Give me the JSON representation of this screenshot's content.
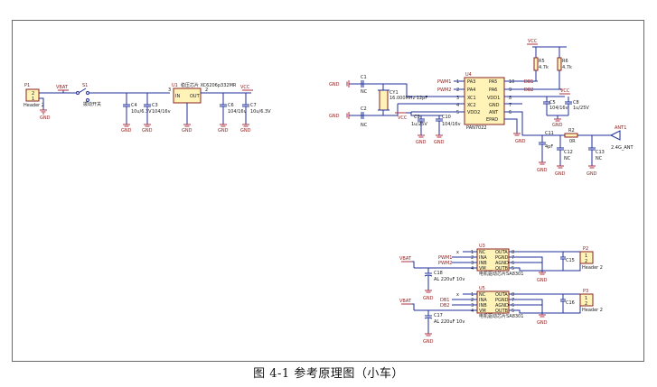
{
  "caption": "图 4-1 参考原理图（小车）",
  "power": {
    "header_p1": "P1",
    "header_p1_name": "Header 2",
    "pin1": "1",
    "pin2": "2",
    "vbat": "VBAT",
    "switch": "S1",
    "switch_desc": "拨动开关",
    "ldo": "U1",
    "ldo_desc": "稳压芯片 XC6206p332MR",
    "ldo_in": "IN",
    "ldo_out": "OUT",
    "ldo_pin3": "3",
    "ldo_pin2": "2",
    "vcc": "VCC",
    "c4": "C4",
    "c4_val": "10u/6.3V",
    "c3": "C3",
    "c3_val": "104/16v",
    "c6": "C6",
    "c6_val": "104/16v",
    "c7": "C7",
    "c7_val": "10u/6.3V",
    "gnd": "GND"
  },
  "rf": {
    "u4": "U4",
    "u4_name": "PAN7022",
    "left_pins": [
      "PA3",
      "PA4",
      "XC1",
      "XC2",
      "VDD2"
    ],
    "left_nums": [
      "1",
      "2",
      "3",
      "4",
      "5"
    ],
    "right_pins": [
      "PA5",
      "PA6",
      "VDD1",
      "GND",
      "ANT",
      "EPAD"
    ],
    "right_nums": [
      "10",
      "9",
      "8",
      "7",
      "6"
    ],
    "pwm1": "PWM1",
    "pwm2": "PWM2",
    "db1": "DB1",
    "db2": "DB2",
    "c1": "C1",
    "c2": "C2",
    "nc": "NC",
    "cy1": "CY1",
    "crystal": "16.000MHz 12pF",
    "c9": "C9",
    "c9_val": "1u/25V",
    "c10": "C10",
    "c10_val": "104/16v",
    "c5": "C5",
    "c5_val": "104/16v",
    "c8": "C8",
    "c8_val": "1u/25V",
    "r5": "R5",
    "r5_val": "4.7k",
    "r6": "R6",
    "r6_val": "4.7k",
    "c11": "C11",
    "c11_val": "4pF",
    "r2": "R2",
    "r2_val": "0R",
    "c12": "C12",
    "c13": "C13",
    "ant": "ANT1",
    "ant_val": "2.4G_ANT",
    "gnd": "GND",
    "vcc": "VCC"
  },
  "drivers": [
    {
      "u": "U3",
      "desc": "电机驱动芯片SA8301",
      "in1": "PWM1",
      "in2": "PWM2",
      "p": "P2",
      "cap": "C18",
      "cap_val": "AL 220uF 10v",
      "cfilt": "C15"
    },
    {
      "u": "U5",
      "desc": "电机驱动芯片SA8301",
      "in1": "DB1",
      "in2": "DB2",
      "p": "P3",
      "cap": "C17",
      "cap_val": "AL 220uF 10v",
      "cfilt": "C16"
    }
  ],
  "driver_pins": {
    "left": [
      "NC",
      "INA",
      "INB",
      "VM"
    ],
    "right": [
      "OUTA",
      "PGND",
      "AGND",
      "OUTB"
    ],
    "lnum": [
      "1",
      "2",
      "3",
      "4"
    ],
    "rnum": [
      "8",
      "7",
      "6",
      "5"
    ],
    "vbat": "VBAT",
    "gnd": "GND",
    "header": "Header 2"
  }
}
